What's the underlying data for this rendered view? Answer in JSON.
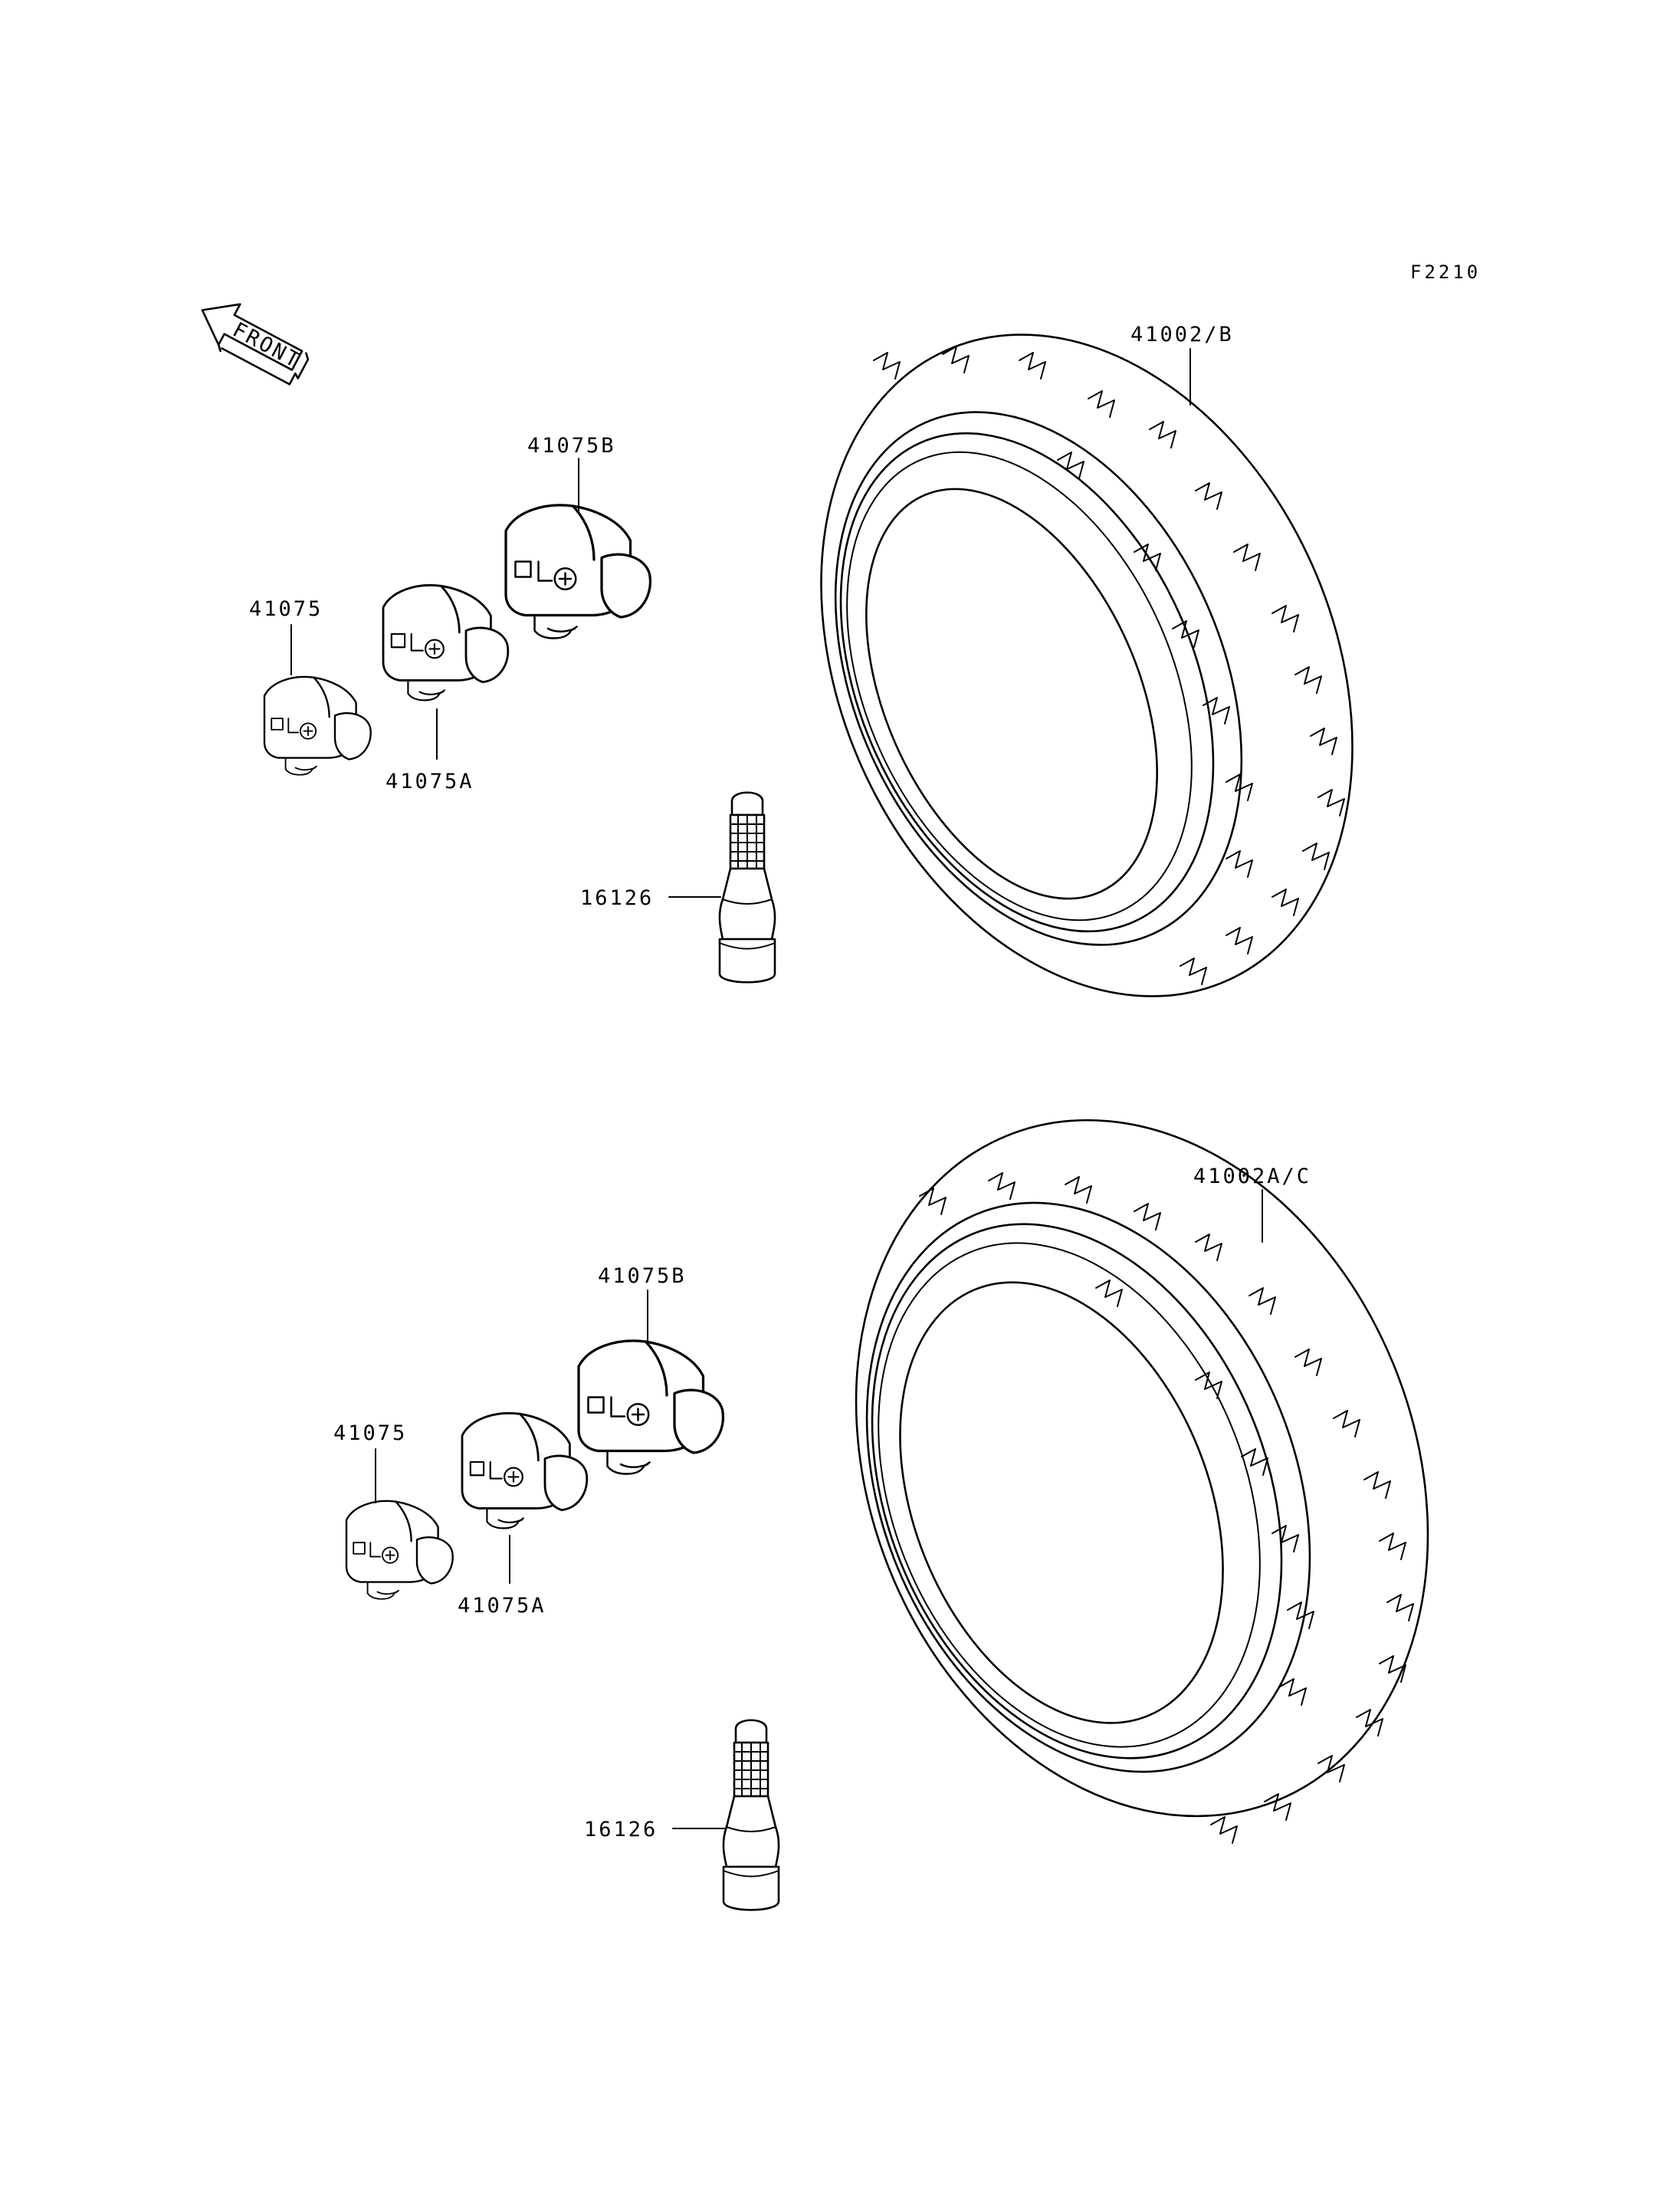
{
  "diagram": {
    "ref_code": "F2210",
    "front_arrow_text": "FRONT",
    "upper_group": {
      "tire_label": "41002/B",
      "weight_b_label": "41075B",
      "weight_label": "41075",
      "weight_a_label": "41075A",
      "valve_label": "16126"
    },
    "lower_group": {
      "tire_label": "41002A/C",
      "weight_b_label": "41075B",
      "weight_label": "41075",
      "weight_a_label": "41075A",
      "valve_label": "16126"
    }
  }
}
